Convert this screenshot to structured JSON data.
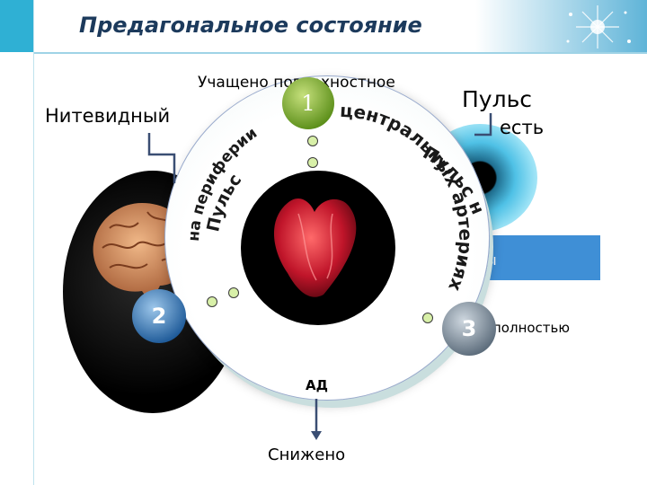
{
  "slide": {
    "title": "Предагональное состояние",
    "label_top": "Учащено поверхностное",
    "label_thread": "Нитевидный",
    "label_pulse": "Пульс",
    "label_pulse_present": "есть",
    "arc_central": "центральных артериях",
    "arc_pulse_na": "Пульс на",
    "arc_peripheral_1": "Пульс",
    "arc_peripheral_2": "на периферии",
    "label_bp": "АД",
    "label_reduced": "Снижено",
    "label_fully": "полностью",
    "band_fragment": "ы",
    "nodes": [
      "1",
      "2",
      "3"
    ]
  },
  "colors": {
    "title": "#1c3a5c",
    "accent_bar": "#2fb0d4",
    "band": "#3f8fd6",
    "node1": "#7fb032",
    "node2": "#2f6fb2",
    "node3": "#6e7e8c"
  }
}
